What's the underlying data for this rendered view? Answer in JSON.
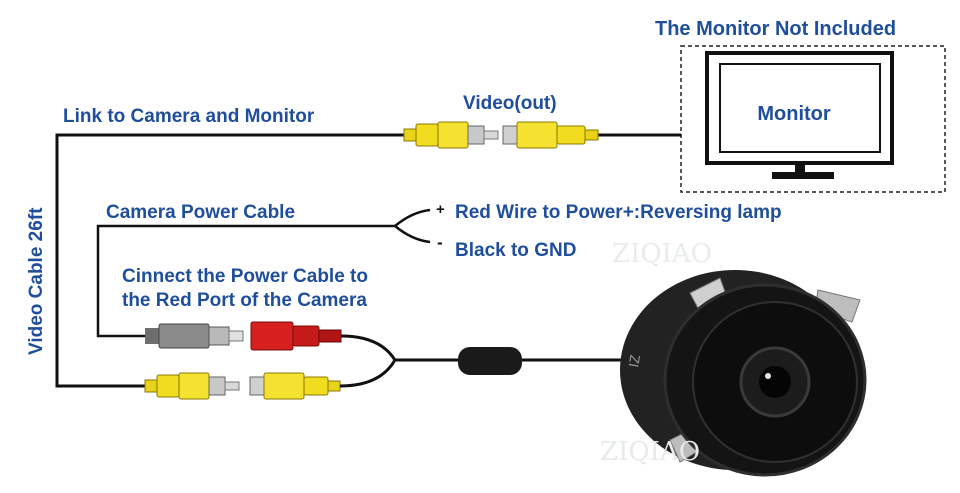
{
  "labels": {
    "monitor_not_included": "The Monitor Not Included",
    "monitor": "Monitor",
    "video_out": "Video(out)",
    "link_camera_monitor": "Link to Camera and Monitor",
    "camera_power_cable": "Camera Power Cable",
    "red_wire": "Red Wire to Power+:Reversing lamp",
    "black_gnd": "Black to GND",
    "connect_power_line1": "Cinnect the Power Cable to",
    "connect_power_line2": "the Red Port of the Camera",
    "video_cable": "Video Cable 26ft",
    "plus_sign": "+",
    "minus_sign": "-",
    "watermark": "ZIQIAO",
    "camera_marking": "IZ"
  },
  "colors": {
    "label_blue": "#1f4e9c",
    "rca_yellow": "#f2dc1f",
    "power_red": "#d62020",
    "plug_gray": "#8a8a8a",
    "cable_black": "#111111",
    "camera_body": "#1b1b1b"
  }
}
